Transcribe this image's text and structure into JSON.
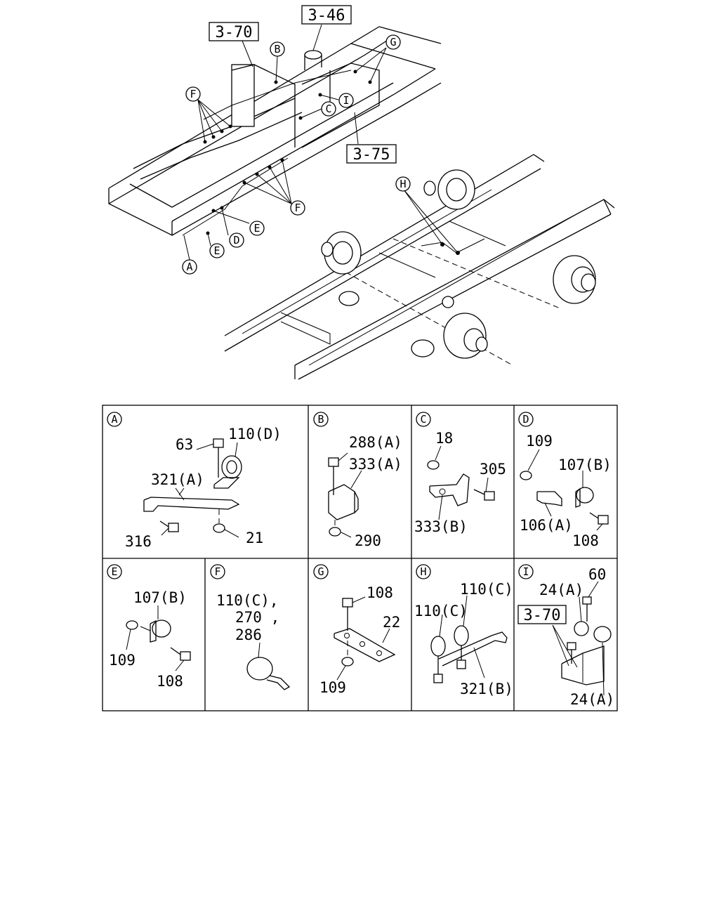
{
  "overview": {
    "refs": [
      {
        "key": "ref-3-46",
        "text": "3-46"
      },
      {
        "key": "ref-3-70",
        "text": "3-70"
      },
      {
        "key": "ref-3-75",
        "text": "3-75"
      }
    ],
    "callouts": {
      "A": "A",
      "B": "B",
      "C": "C",
      "D": "D",
      "E": "E",
      "F": "F",
      "G": "G",
      "H": "H",
      "I": "I"
    }
  },
  "details": {
    "A": {
      "letter": "A",
      "labels": [
        "63",
        "110(D)",
        "321(A)",
        "316",
        "21"
      ]
    },
    "B": {
      "letter": "B",
      "labels": [
        "288(A)",
        "333(A)",
        "290"
      ]
    },
    "C": {
      "letter": "C",
      "labels": [
        "18",
        "305",
        "333(B)"
      ]
    },
    "D": {
      "letter": "D",
      "labels": [
        "109",
        "107(B)",
        "106(A)",
        "108"
      ]
    },
    "E": {
      "letter": "E",
      "labels": [
        "107(B)",
        "109",
        "108"
      ]
    },
    "F": {
      "letter": "F",
      "labels": [
        "110(C),",
        "270 ,",
        "286"
      ]
    },
    "G": {
      "letter": "G",
      "labels": [
        "108",
        "22",
        "109"
      ]
    },
    "H": {
      "letter": "H",
      "labels": [
        "110(C)",
        "110(C)",
        "321(B)"
      ]
    },
    "I": {
      "letter": "I",
      "labels": [
        "24(A)",
        "60",
        "3-70",
        "24(A)"
      ]
    }
  }
}
